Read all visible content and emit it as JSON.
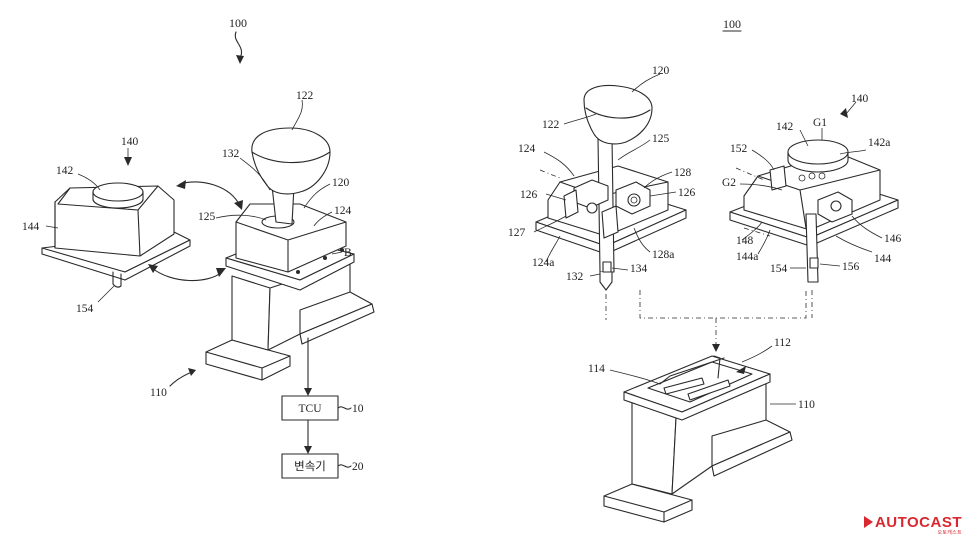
{
  "figure": {
    "ref_main_left": "100",
    "ref_main_right": "100",
    "left_labels": {
      "l122": "122",
      "l140": "140",
      "l132": "132",
      "l120": "120",
      "l142": "142",
      "l144": "144",
      "l125": "125",
      "l124": "124",
      "lB": "B",
      "l154": "154",
      "l110": "110"
    },
    "boxes": {
      "tcu_label": "TCU",
      "tcu_ref": "10",
      "trans_label": "변속기",
      "trans_ref": "20"
    },
    "right_labels": {
      "l120": "120",
      "l140": "140",
      "l122": "122",
      "l125": "125",
      "l142": "142",
      "lG1": "G1",
      "l142a": "142a",
      "l124": "124",
      "l128": "128",
      "l152": "152",
      "l126a": "126",
      "l126b": "126",
      "lG2": "G2",
      "l127": "127",
      "l124a": "124a",
      "l128a": "128a",
      "l148": "148",
      "l144a": "144a",
      "l146": "146",
      "l144": "144",
      "l132": "132",
      "l134": "134",
      "l154": "154",
      "l156": "156",
      "l112": "112",
      "l114": "114",
      "l110": "110"
    }
  },
  "watermark": {
    "brand": "AUTOCAST",
    "sub": "오토캐스트"
  },
  "colors": {
    "line": "#2a2a2a",
    "brand": "#d9282f"
  }
}
